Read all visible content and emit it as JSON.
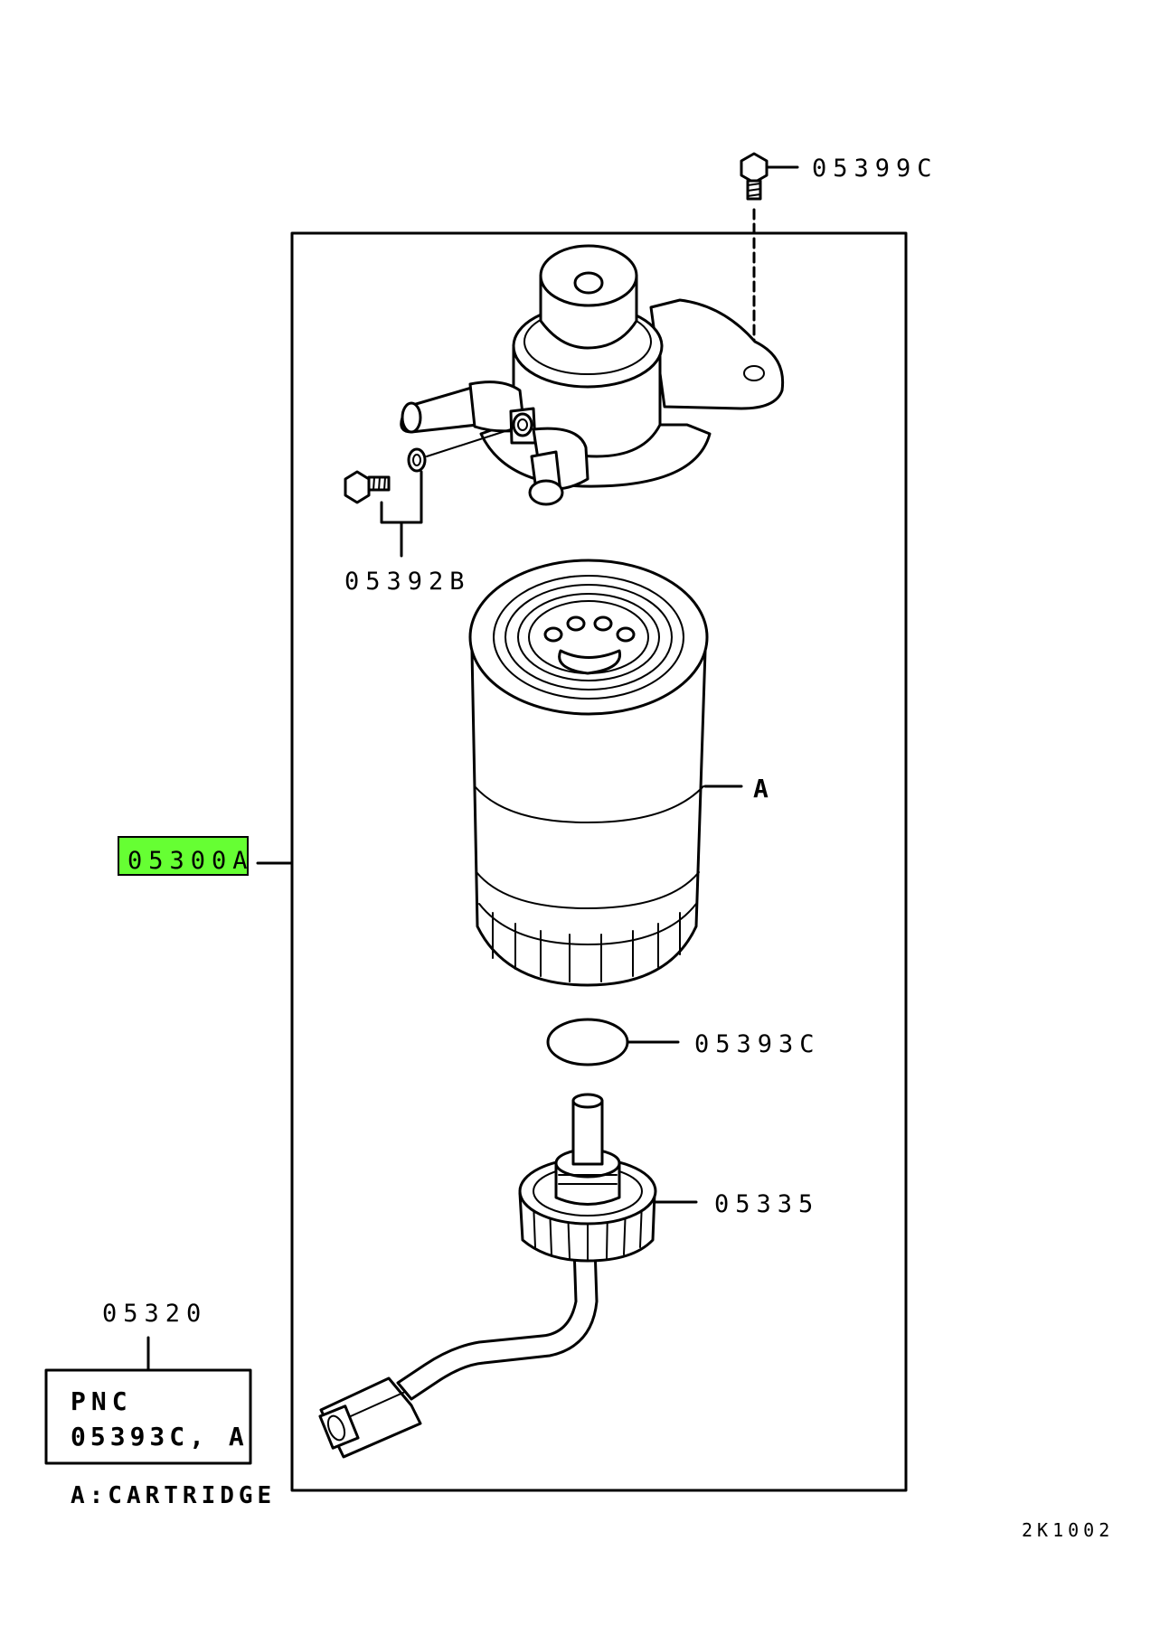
{
  "labels": {
    "bolt_top": "05399C",
    "bolt_gasket": "05392B",
    "cartridge": "A",
    "assembly": "05300A",
    "o_ring": "05393C",
    "drain_plug": "05335",
    "kit": "05320",
    "kit_pnc": "PNC",
    "kit_contents": "05393C, A",
    "note": "A:CARTRIDGE",
    "diagram_code": "2K1002"
  },
  "colors": {
    "highlight": "#66ff33",
    "line": "#000000"
  }
}
